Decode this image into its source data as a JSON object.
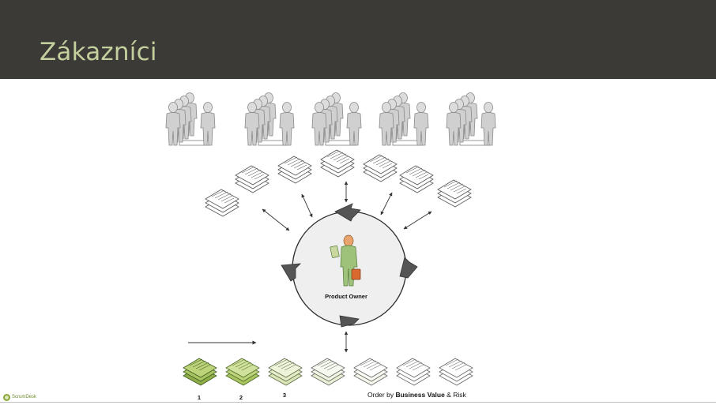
{
  "slide": {
    "title": "Zákazníci"
  },
  "center": {
    "label": "Product Owner"
  },
  "backlog": {
    "numbers": [
      "1",
      "2",
      "3"
    ],
    "order_prefix": "Order by ",
    "order_bold": "Business  Value",
    "order_suffix": " & Risk"
  },
  "logo": {
    "text": "ScrumDesk"
  },
  "colors": {
    "header_bg": "#3b3a36",
    "title": "#c4cf9e",
    "person": "#d2d2d2",
    "arrow_dark": "#555555",
    "po_green": "#9ec27a",
    "po_head": "#e8a46c",
    "briefcase": "#d9692e"
  }
}
